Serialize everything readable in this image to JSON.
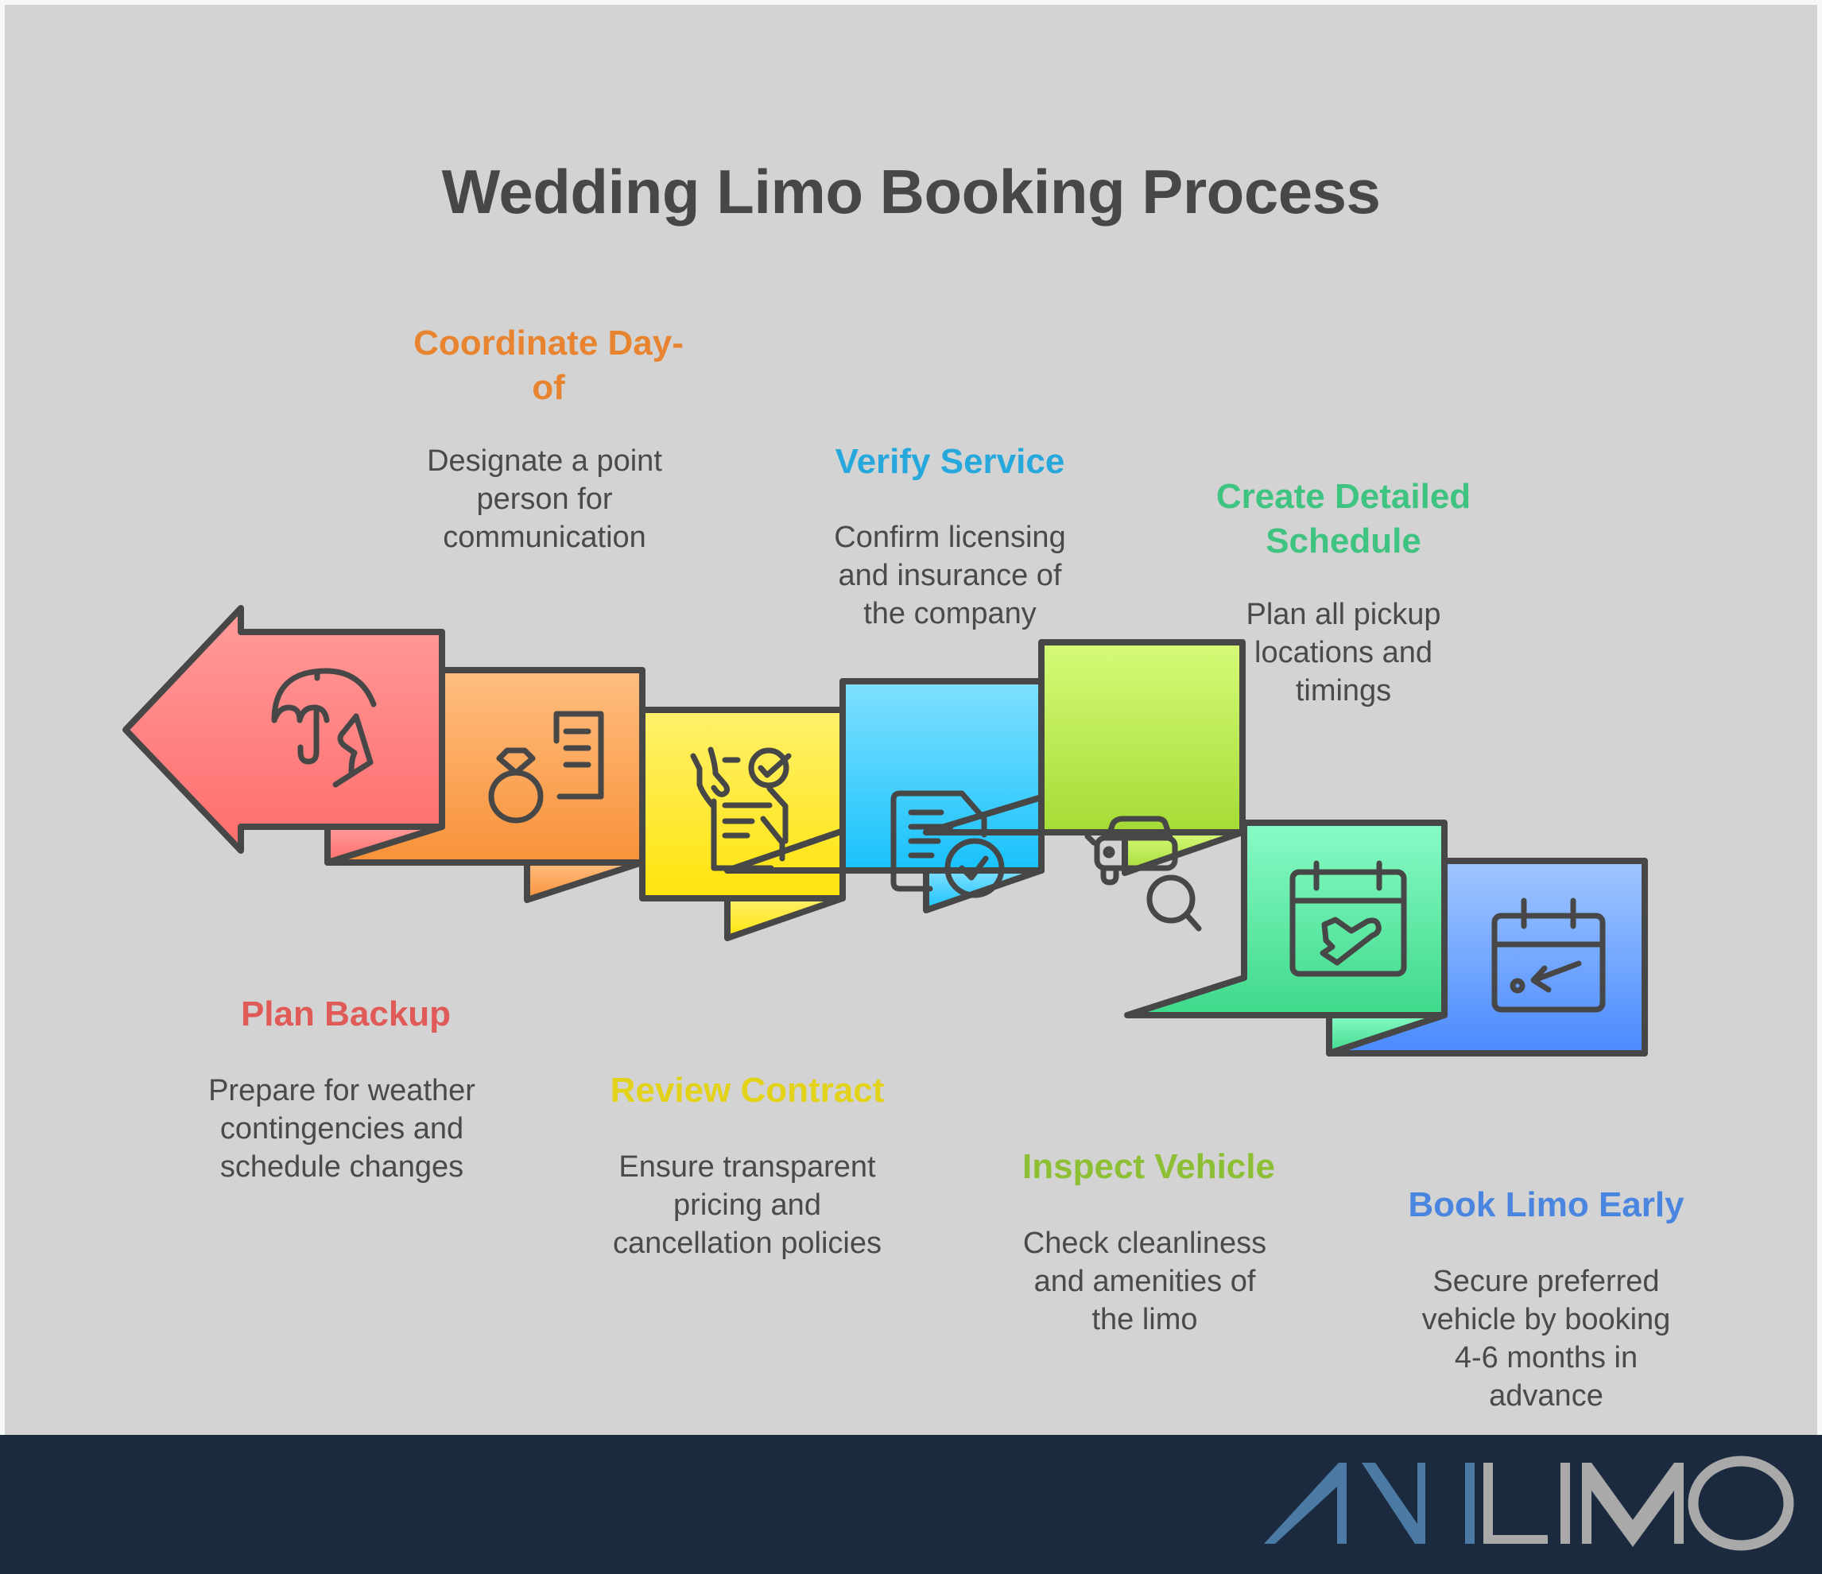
{
  "title": "Wedding Limo Booking Process",
  "steps": [
    {
      "id": "plan-backup",
      "title": "Plan Backup",
      "description": "Prepare for weather contingencies and schedule changes",
      "color": "#e05a57",
      "fill_top": "#ff9a98",
      "fill_bottom": "#ff7070",
      "icon": "umbrella-hand-icon"
    },
    {
      "id": "coordinate-day-of",
      "title": "Coordinate Day-of",
      "description": "Designate a point person for communication",
      "color": "#e8842f",
      "fill_top": "#ffbd7e",
      "fill_bottom": "#f8943a",
      "icon": "ring-document-icon"
    },
    {
      "id": "review-contract",
      "title": "Review Contract",
      "description": "Ensure transparent pricing and cancellation policies",
      "color": "#e3d21a",
      "fill_top": "#fff06a",
      "fill_bottom": "#ffe60f",
      "icon": "contract-handshake-icon"
    },
    {
      "id": "verify-service",
      "title": "Verify Service",
      "description": "Confirm licensing and insurance of the company",
      "color": "#27a8dd",
      "fill_top": "#7ddfff",
      "fill_bottom": "#1cc4fb",
      "icon": "document-check-icon"
    },
    {
      "id": "inspect-vehicle",
      "title": "Inspect Vehicle",
      "description": "Check cleanliness and amenities of the limo",
      "color": "#8cbf34",
      "fill_top": "#d4fa74",
      "fill_bottom": "#a7dc38",
      "icon": "car-search-icon"
    },
    {
      "id": "create-detailed-schedule",
      "title": "Create Detailed Schedule",
      "description": "Plan all pickup locations and timings",
      "color": "#3fc381",
      "fill_top": "#86fac5",
      "fill_bottom": "#40d98b",
      "icon": "calendar-departure-icon"
    },
    {
      "id": "book-limo-early",
      "title": "Book Limo Early",
      "description": "Secure preferred vehicle by booking 4-6 months in advance",
      "color": "#4a86e0",
      "fill_top": "#9cc4ff",
      "fill_bottom": "#4a8bff",
      "icon": "calendar-arrival-icon"
    }
  ],
  "labels": {
    "plan_backup_title": "Plan Backup",
    "plan_backup_lines": [
      "Prepare for weather",
      "contingencies and",
      "schedule changes"
    ],
    "coordinate_title_lines": [
      "Coordinate Day-",
      "of"
    ],
    "coordinate_lines": [
      "Designate a point",
      "person for",
      "communication"
    ],
    "review_title": "Review Contract",
    "review_lines": [
      "Ensure transparent",
      "pricing and",
      "cancellation policies"
    ],
    "verify_title": "Verify Service",
    "verify_lines": [
      "Confirm licensing",
      "and insurance of",
      "the company"
    ],
    "inspect_title": "Inspect Vehicle",
    "inspect_lines": [
      "Check cleanliness",
      "and amenities of",
      "the limo"
    ],
    "schedule_title_lines": [
      "Create Detailed",
      "Schedule"
    ],
    "schedule_lines": [
      "Plan all pickup",
      "locations and",
      "timings"
    ],
    "book_title": "Book Limo Early",
    "book_lines": [
      "Secure preferred",
      "vehicle by booking",
      "4-6 months in",
      "advance"
    ]
  },
  "footer": {
    "logo_part1": "ANI",
    "logo_part2": "LIMO",
    "logo_color1": "#4b7ba4",
    "logo_color2": "#a9a9a9",
    "background": "#1b2a3e"
  }
}
